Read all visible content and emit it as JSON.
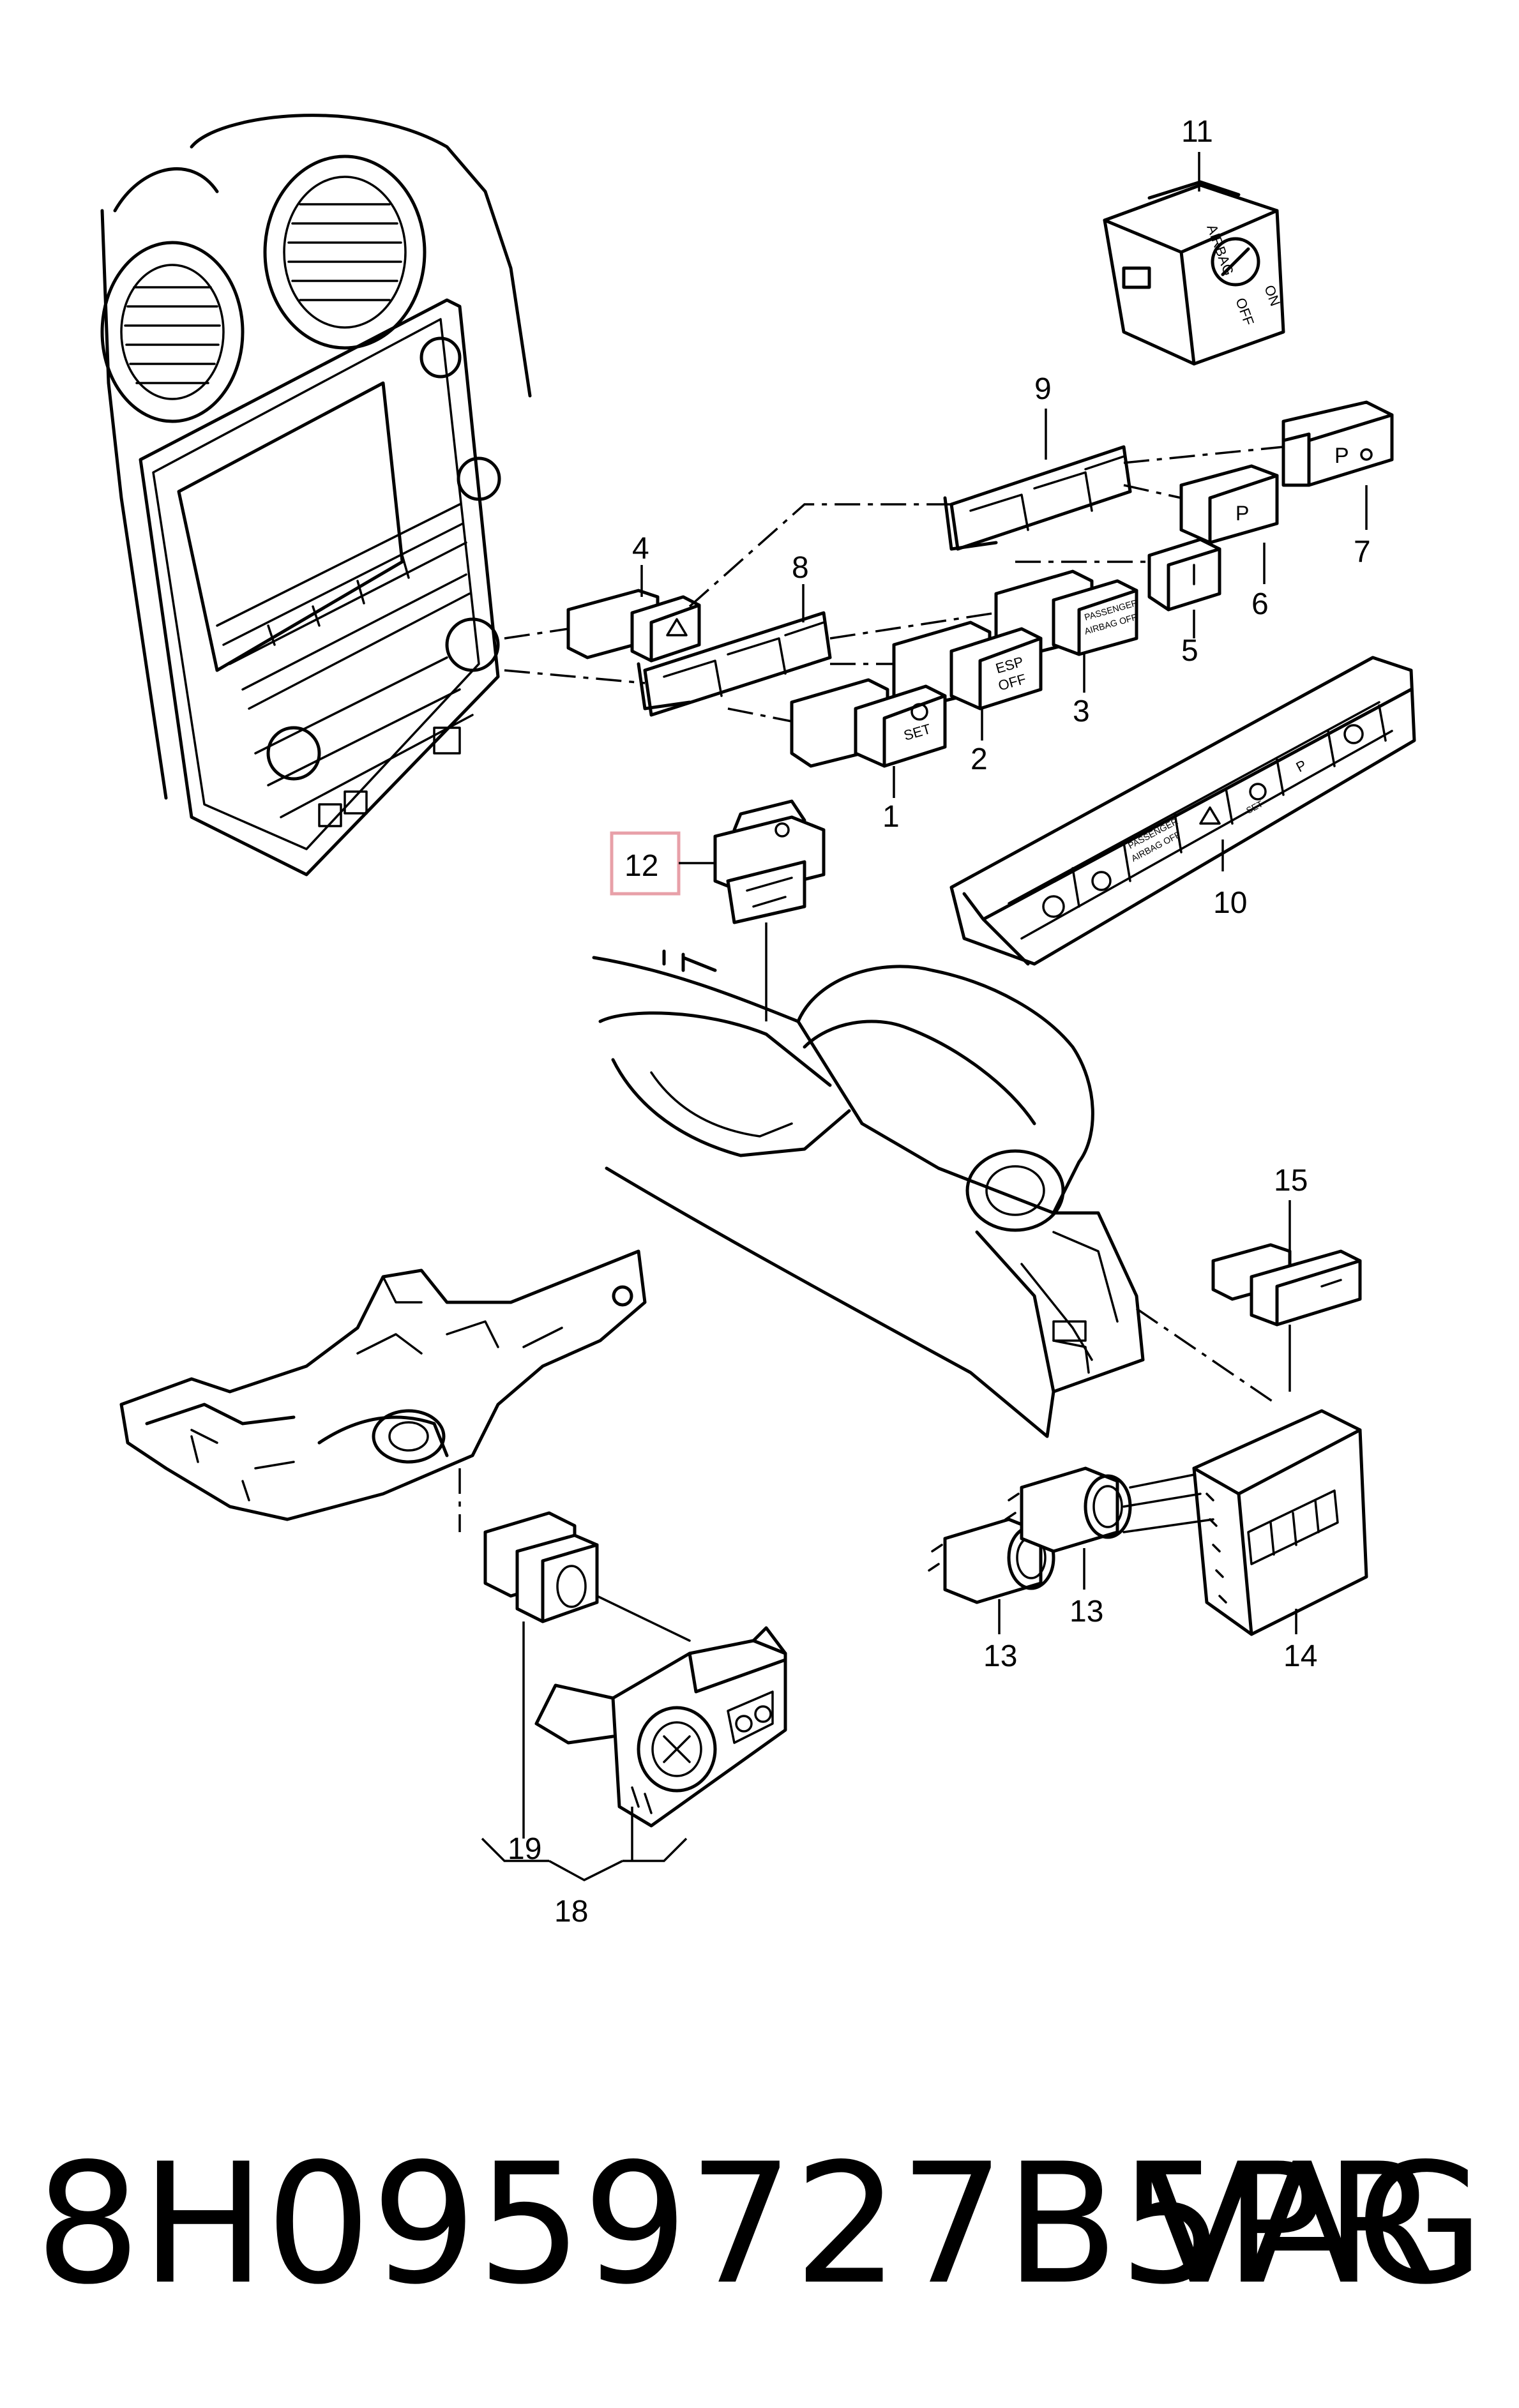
{
  "callouts": {
    "c1": "1",
    "c2": "2",
    "c3": "3",
    "c4": "4",
    "c5": "5",
    "c6": "6",
    "c7": "7",
    "c8": "8",
    "c9": "9",
    "c10": "10",
    "c11": "11",
    "c12": "12",
    "c13a": "13",
    "c13b": "13",
    "c14": "14",
    "c15": "15",
    "c18": "18",
    "c19": "19"
  },
  "button_text": {
    "airbag": "AIRBAG",
    "off": "OFF",
    "on": "ON",
    "esp": "ESP",
    "esp_off": "OFF",
    "set": "SET",
    "passenger": "PASSENGER",
    "airbag_off": "AIRBAG OFF",
    "park": "P"
  },
  "highlight_color": "#e8a0a8",
  "footer": {
    "part_number": "8H0959727B5PR",
    "brand": "VAG"
  }
}
